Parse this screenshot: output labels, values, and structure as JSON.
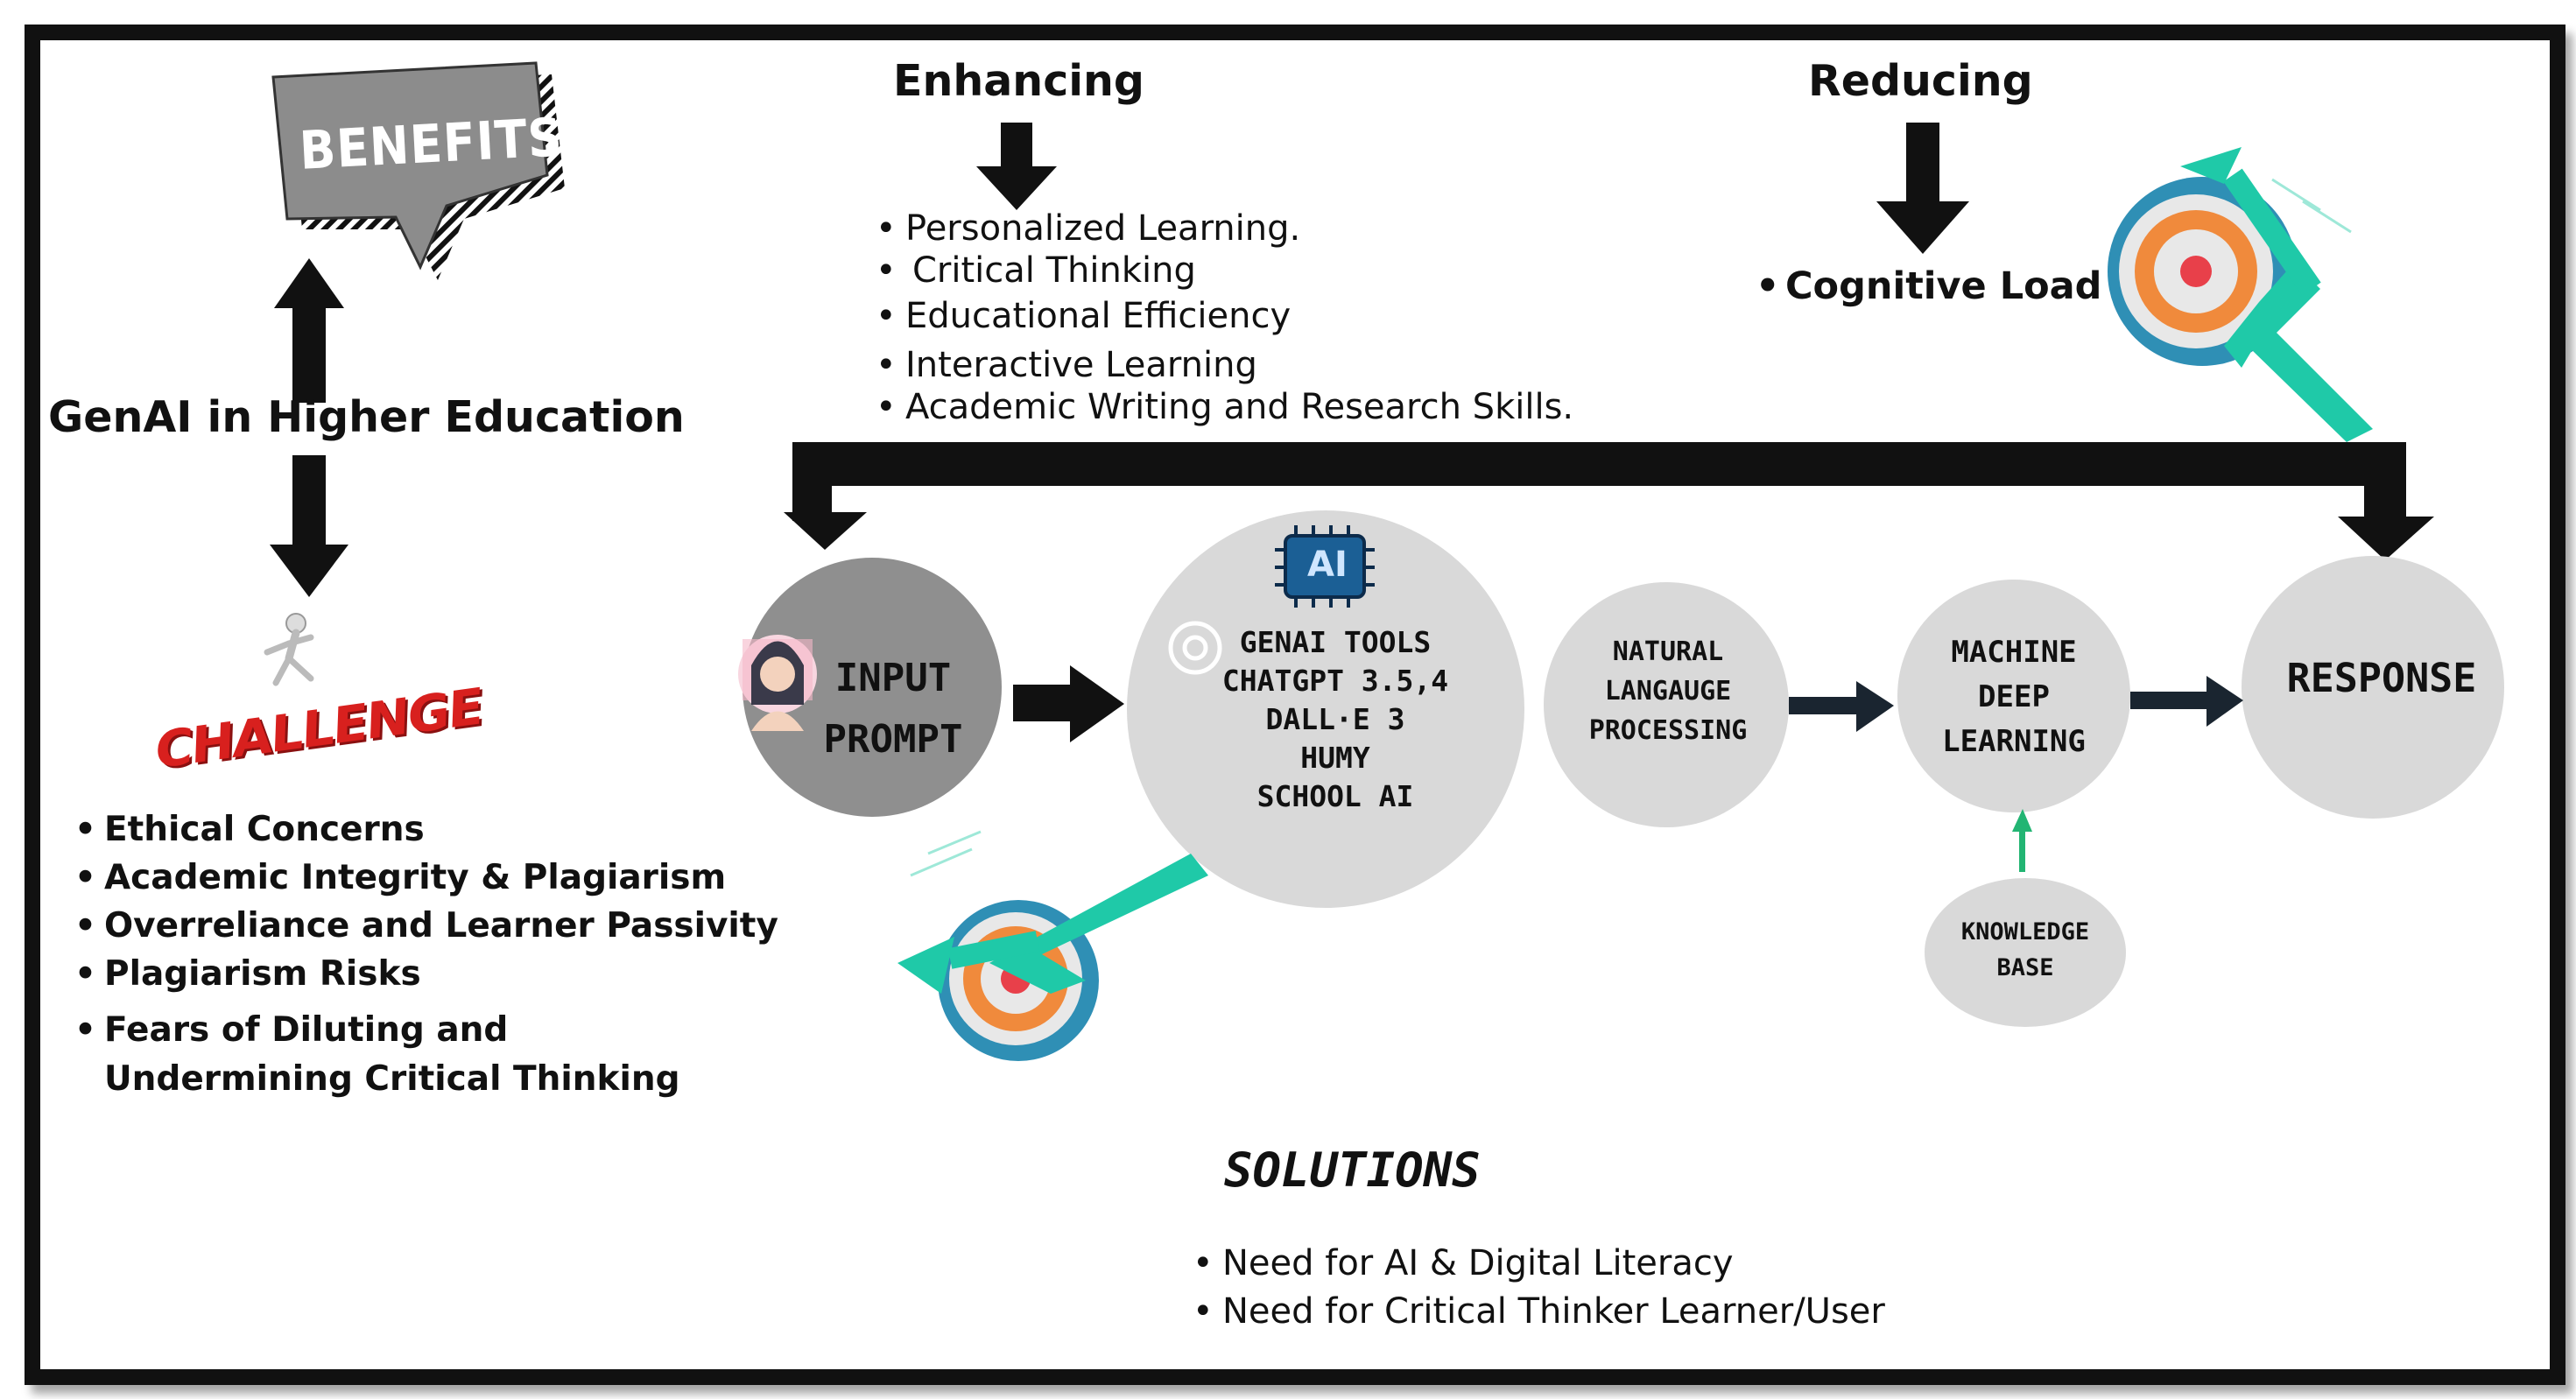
{
  "left": {
    "benefits_label": "BENEFITS",
    "center_title": "GenAI in Higher Education",
    "challenge_label": "CHALLENGE",
    "challenges": [
      "Ethical Concerns",
      "Academic Integrity & Plagiarism",
      "Overreliance and Learner Passivity",
      "Plagiarism Risks",
      "Fears of Diluting and",
      "Undermining Critical Thinking"
    ]
  },
  "enhancing": {
    "heading": "Enhancing",
    "items": [
      "Personalized Learning.",
      "Critical Thinking",
      "Educational Efficiency",
      "Interactive Learning",
      "Academic Writing and Research Skills."
    ]
  },
  "reducing": {
    "heading": "Reducing",
    "items": [
      "Cognitive Load"
    ]
  },
  "flow": {
    "input": {
      "line1": "INPUT",
      "line2": "PROMPT"
    },
    "genai": {
      "badge": "AI",
      "lines": [
        "GENAI TOOLS",
        "CHATGPT 3.5,4",
        "DALL·E 3",
        "HUMY",
        "SCHOOL AI"
      ]
    },
    "nlp": {
      "lines": [
        "NATURAL",
        "LANGAUGE",
        "PROCESSING"
      ]
    },
    "ml": {
      "lines": [
        "MACHINE",
        "DEEP",
        "LEARNING"
      ]
    },
    "kb": {
      "lines": [
        "KNOWLEDGE",
        "BASE"
      ]
    },
    "response": "RESPONSE"
  },
  "solutions": {
    "heading": "SOLUTIONS",
    "items": [
      "Need for AI & Digital Literacy",
      "Need for Critical Thinker Learner/User"
    ]
  },
  "colors": {
    "arrow": "#111111",
    "circle_light": "#d9d9d9",
    "circle_dark": "#8f8f8f",
    "target_teal": "#1fc9a8",
    "target_orange": "#f08a3c",
    "target_red": "#e8404a",
    "target_blue": "#2f8fb5",
    "benefits_fill": "#8c8c8c",
    "challenge_red": "#d8201e"
  }
}
